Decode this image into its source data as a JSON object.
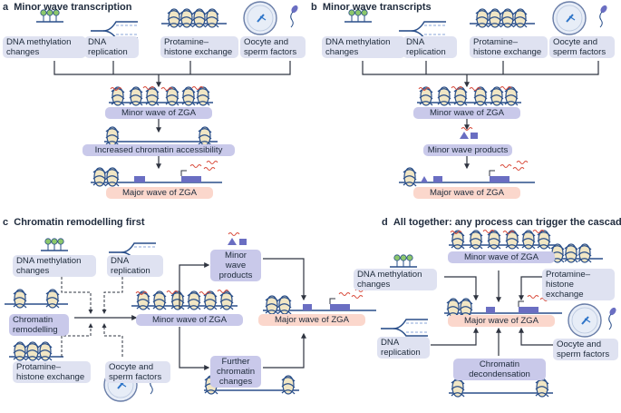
{
  "panels": {
    "a": {
      "letter": "a",
      "title": "Minor wave transcription"
    },
    "b": {
      "letter": "b",
      "title": "Minor wave transcripts"
    },
    "c": {
      "letter": "c",
      "title": "Chromatin remodelling first"
    },
    "d": {
      "letter": "d",
      "title": "All together: any process can trigger the cascade"
    }
  },
  "labels": {
    "dna_methylation": "DNA methylation changes",
    "dna_replication": "DNA replication",
    "protamine_histone": "Protamine–histone exchange",
    "oocyte_sperm": "Oocyte and sperm factors",
    "minor_wave": "Minor wave of ZGA",
    "major_wave": "Major wave of ZGA",
    "chromatin_access": "Increased chromatin accessibility",
    "minor_products": "Minor wave products",
    "chromatin_remodelling": "Chromatin remodelling",
    "further_chromatin": "Further chromatin changes",
    "chromatin_decondensation": "Chromatin decondensation"
  },
  "colors": {
    "dna": "#2a4f8a",
    "arrow": "#2f3440",
    "methyl": "#8cc76b",
    "transcript": "#d94a3a",
    "gene_box": "#6a6ec2",
    "label_blue": "#dfe2f1",
    "label_purple": "#c9c9ea",
    "label_peach": "#fbd7cc"
  },
  "icons": [
    "methylation-icon",
    "replication-fork-icon",
    "nucleosome-icon",
    "zygote-icon",
    "sperm-icon",
    "transcription-icon",
    "protein-products-icon"
  ]
}
